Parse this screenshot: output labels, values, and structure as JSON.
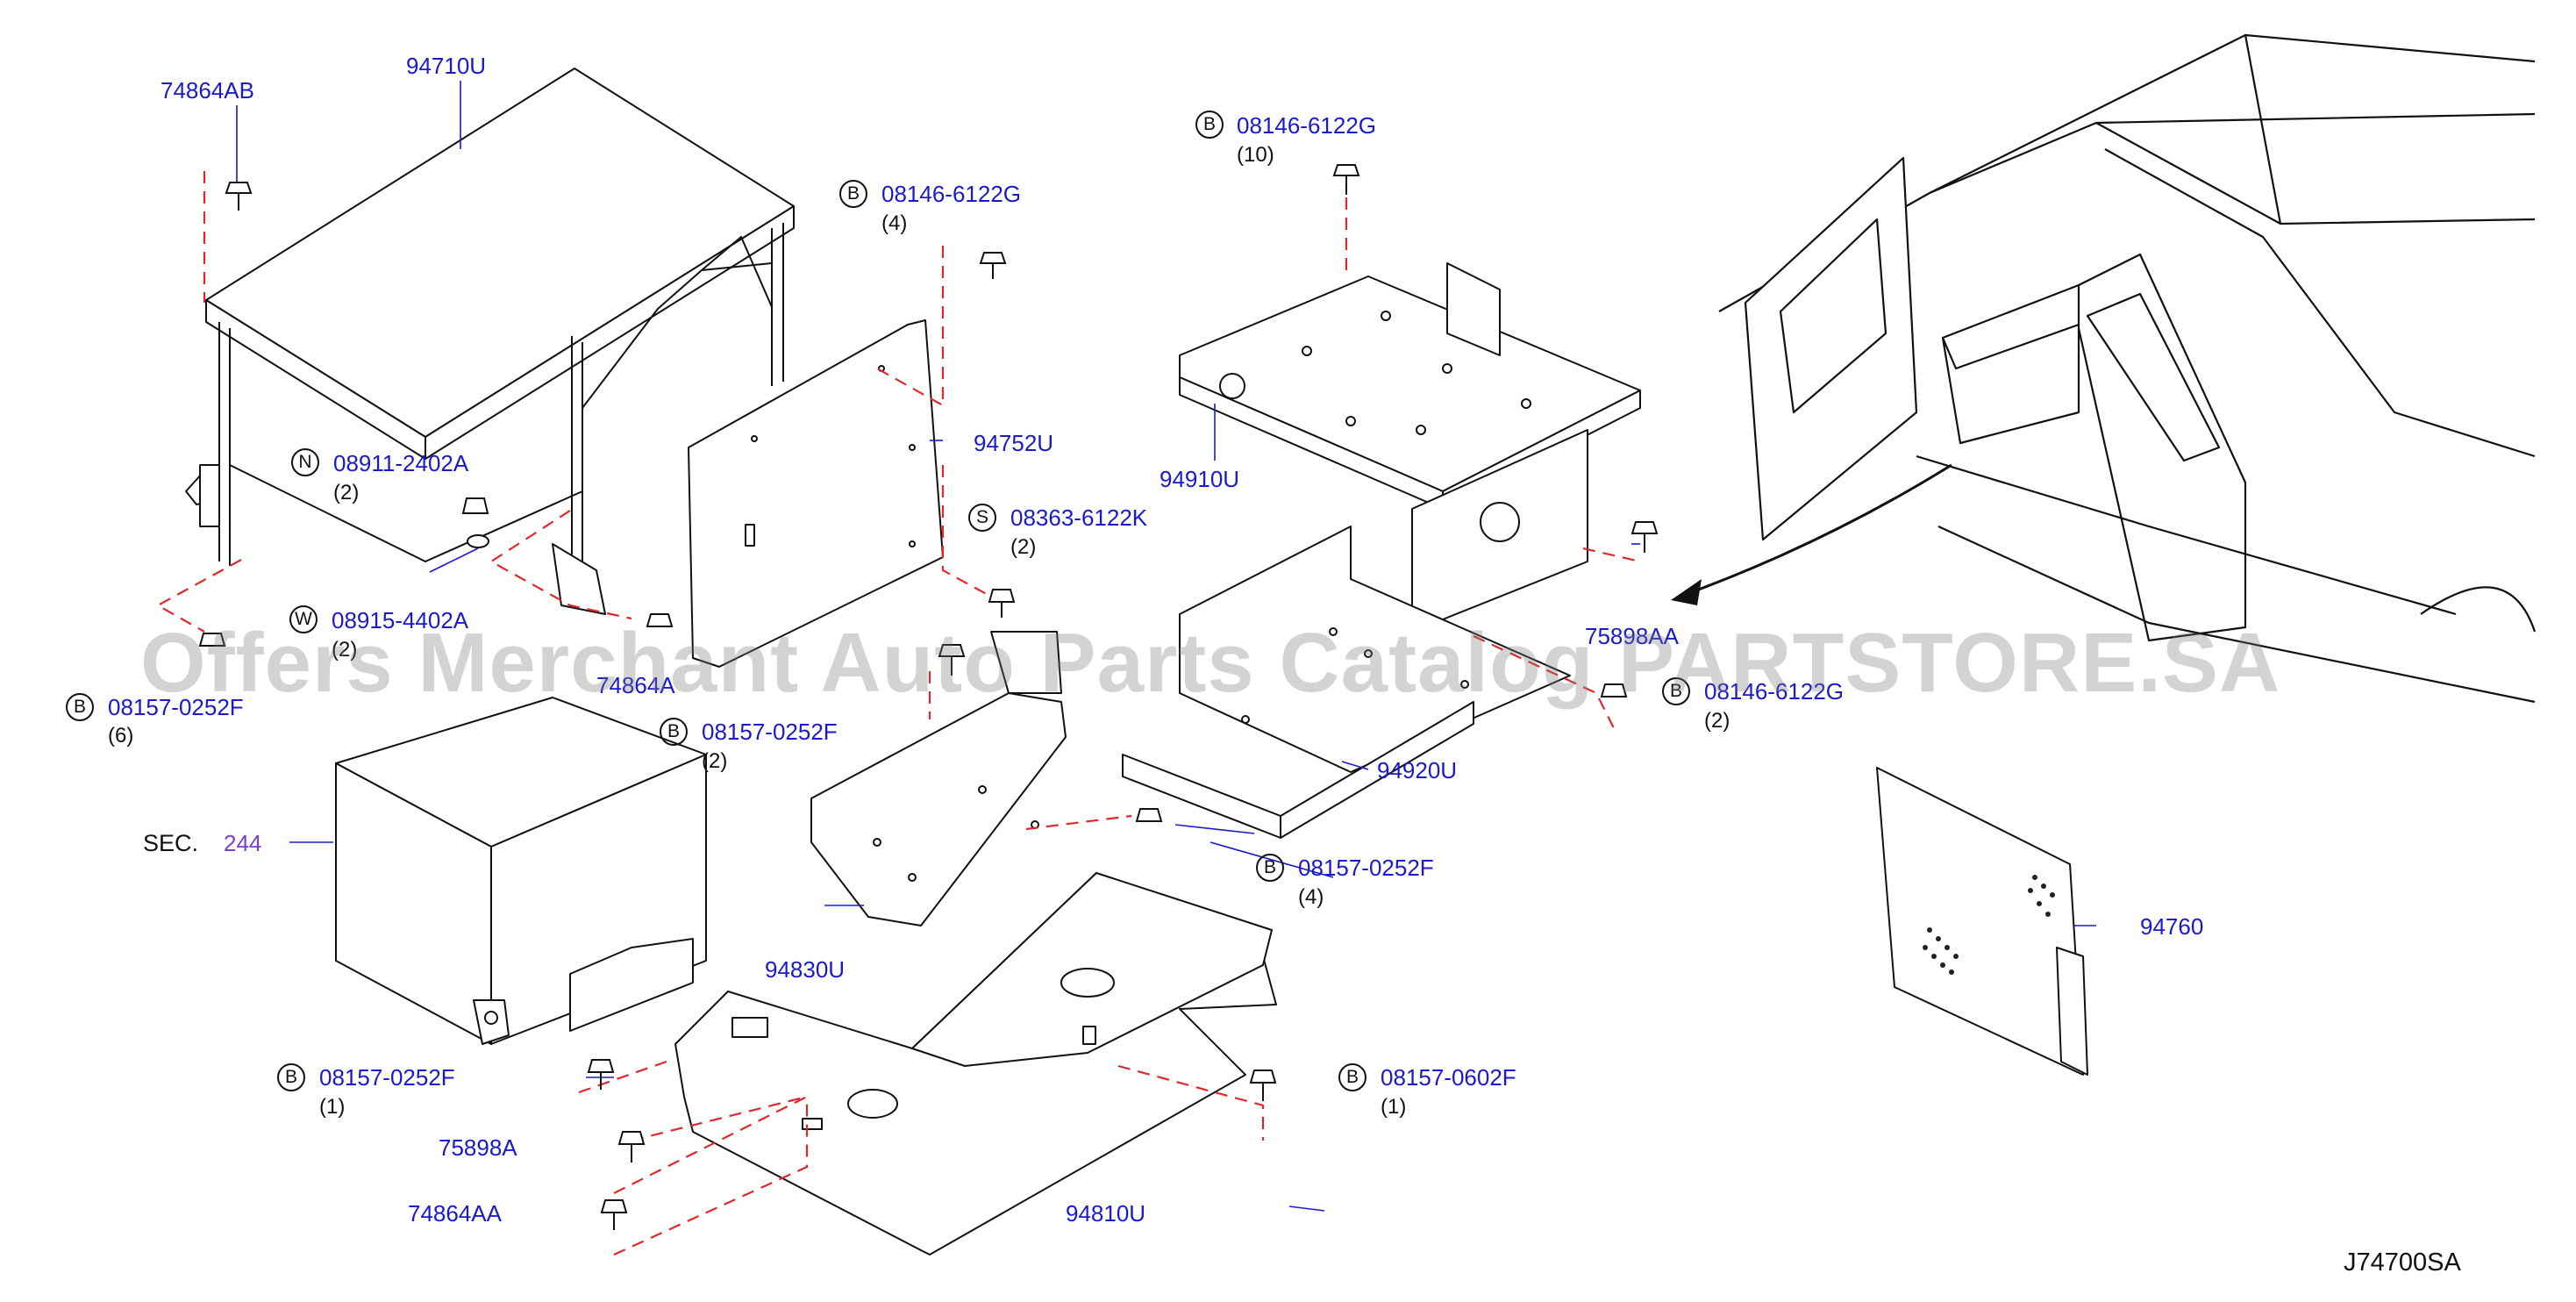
{
  "diagram": {
    "code": "J74700SA",
    "watermark": "Offers Merchant Auto Parts Catalog PARTSTORE.SA",
    "section_ref": {
      "prefix": "SEC.",
      "number": "244"
    },
    "part_labels": [
      {
        "id": "p_74864AB",
        "text": "74864AB"
      },
      {
        "id": "p_94710U",
        "text": "94710U"
      },
      {
        "id": "p_94752U",
        "text": "94752U"
      },
      {
        "id": "p_94910U",
        "text": "94910U"
      },
      {
        "id": "p_75898AA",
        "text": "75898AA"
      },
      {
        "id": "p_74864A_partial",
        "text": "74864A"
      },
      {
        "id": "p_94920U",
        "text": "94920U"
      },
      {
        "id": "p_94830U",
        "text": "94830U"
      },
      {
        "id": "p_94760",
        "text": "94760"
      },
      {
        "id": "p_75898A",
        "text": "75898A"
      },
      {
        "id": "p_74864AA",
        "text": "74864AA"
      },
      {
        "id": "p_94810U",
        "text": "94810U"
      }
    ],
    "fastener_callouts": [
      {
        "badge": "B",
        "part": "08146-6122G",
        "qty": "(4)"
      },
      {
        "badge": "B",
        "part": "08146-6122G",
        "qty": "(10)"
      },
      {
        "badge": "N",
        "part": "08911-2402A",
        "qty": "(2)"
      },
      {
        "badge": "S",
        "part": "08363-6122K",
        "qty": "(2)"
      },
      {
        "badge": "W",
        "part": "08915-4402A",
        "qty": "(2)"
      },
      {
        "badge": "B",
        "part": "08157-0252F",
        "qty": "(6)"
      },
      {
        "badge": "B",
        "part": "08157-0252F",
        "qty": "(2)"
      },
      {
        "badge": "B",
        "part": "08146-6122G",
        "qty": "(2)"
      },
      {
        "badge": "B",
        "part": "08157-0252F",
        "qty": "(4)"
      },
      {
        "badge": "B",
        "part": "08157-0252F",
        "qty": "(1)"
      },
      {
        "badge": "B",
        "part": "08157-0602F",
        "qty": "(1)"
      }
    ],
    "colors": {
      "label": "#1a1acc",
      "section": "#7a3fcf",
      "line": "#111111",
      "dash": "#e0282a",
      "leader": "#1a1acc"
    }
  }
}
